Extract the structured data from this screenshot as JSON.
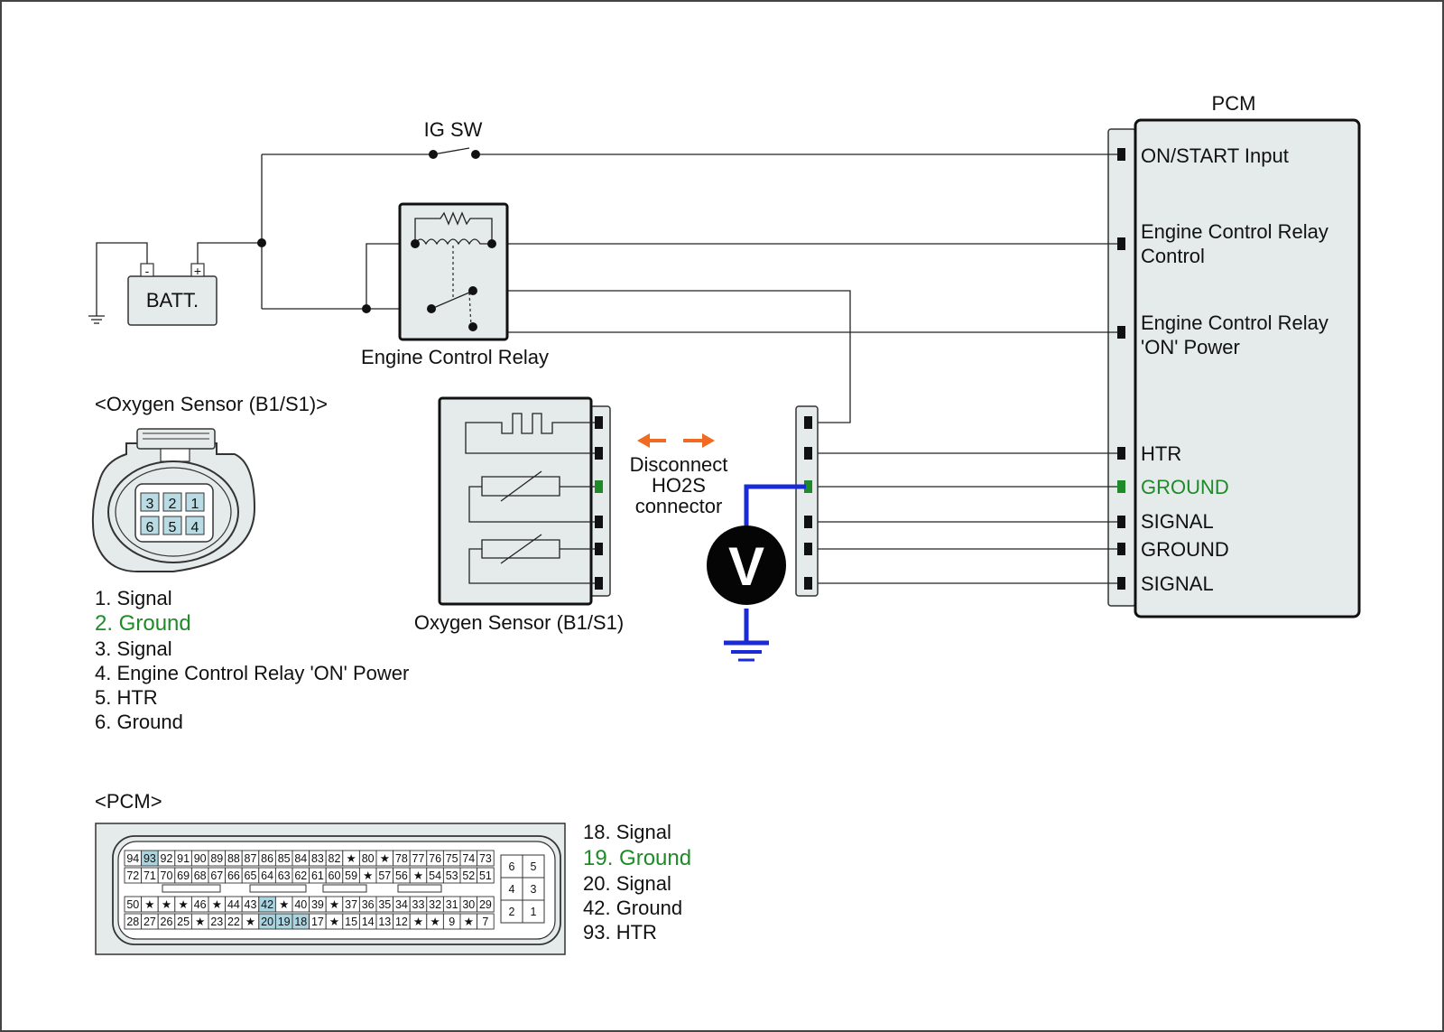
{
  "diagram": {
    "pcm_title": "PCM",
    "ig_sw": "IG SW",
    "battery": "BATT.",
    "battery_minus": "-",
    "battery_plus": "+",
    "relay_label": "Engine Control Relay",
    "pcm_terminals": [
      {
        "label": "ON/START Input",
        "green": false
      },
      {
        "label": "Engine Control Relay",
        "label2": "Control",
        "green": false
      },
      {
        "label": "Engine Control Relay",
        "label2": "'ON' Power",
        "green": false
      },
      {
        "label": "HTR",
        "green": false
      },
      {
        "label": "GROUND",
        "green": true
      },
      {
        "label": "SIGNAL",
        "green": false
      },
      {
        "label": "GROUND",
        "green": false
      },
      {
        "label": "SIGNAL",
        "green": false
      }
    ],
    "oxygen_sensor_title": "<Oxygen Sensor (B1/S1)>",
    "oxygen_sensor_pin_numbers": [
      "3",
      "2",
      "1",
      "6",
      "5",
      "4"
    ],
    "oxygen_sensor_pins": [
      {
        "text": "1. Signal",
        "green": false
      },
      {
        "text": "2. Ground",
        "green": true
      },
      {
        "text": "3. Signal",
        "green": false
      },
      {
        "text": "4. Engine Control Relay 'ON' Power",
        "green": false
      },
      {
        "text": "5. HTR",
        "green": false
      },
      {
        "text": "6. Ground",
        "green": false
      }
    ],
    "sensor_component_label": "Oxygen Sensor (B1/S1)",
    "disconnect_lines": [
      "Disconnect",
      "HO2S",
      "connector"
    ],
    "voltmeter": "V",
    "pcm_connector_title": "<PCM>",
    "pcm_pins": [
      {
        "text": "18. Signal",
        "green": false
      },
      {
        "text": "19. Ground",
        "green": true
      },
      {
        "text": "20. Signal",
        "green": false
      },
      {
        "text": "42. Ground",
        "green": false
      },
      {
        "text": "93. HTR",
        "green": false
      }
    ],
    "pcm_connector_rows": [
      [
        "94",
        "93",
        "92",
        "91",
        "90",
        "89",
        "88",
        "87",
        "86",
        "85",
        "84",
        "83",
        "82",
        "★",
        "80",
        "★",
        "78",
        "77",
        "76",
        "75",
        "74",
        "73"
      ],
      [
        "72",
        "71",
        "70",
        "69",
        "68",
        "67",
        "66",
        "65",
        "64",
        "63",
        "62",
        "61",
        "60",
        "59",
        "★",
        "57",
        "56",
        "★",
        "54",
        "53",
        "52",
        "51"
      ],
      [
        "50",
        "★",
        "★",
        "★",
        "46",
        "★",
        "44",
        "43",
        "42",
        "★",
        "40",
        "39",
        "★",
        "37",
        "36",
        "35",
        "34",
        "33",
        "32",
        "31",
        "30",
        "29"
      ],
      [
        "28",
        "27",
        "26",
        "25",
        "★",
        "23",
        "22",
        "★",
        "20",
        "19",
        "18",
        "17",
        "★",
        "15",
        "14",
        "13",
        "12",
        "★",
        "★",
        "9",
        "★",
        "7"
      ]
    ],
    "pcm_highlight_pins": [
      "93",
      "42",
      "20",
      "19",
      "18"
    ],
    "pcm_small_block": [
      [
        "6",
        "5"
      ],
      [
        "4",
        "3"
      ],
      [
        "2",
        "1"
      ]
    ],
    "colors": {
      "green": "#1e8a28",
      "blue_probe": "#1a2ad6",
      "orange_arrow": "#f06a1f",
      "component_fill": "#e4ebea",
      "pin_highlight": "#a9d4e0"
    }
  }
}
